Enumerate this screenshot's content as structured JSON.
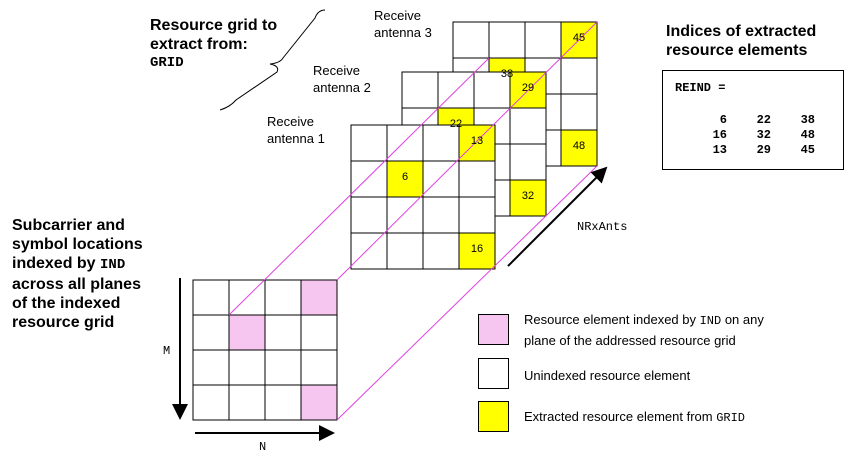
{
  "texts": {
    "resource_grid_title_l1": "Resource grid to",
    "resource_grid_title_l2": "extract from:",
    "resource_grid_title_l3": "GRID",
    "antenna1_l1": "Receive",
    "antenna1_l2": "antenna 1",
    "antenna2_l1": "Receive",
    "antenna2_l2": "antenna 2",
    "antenna3_l1": "Receive",
    "antenna3_l2": "antenna 3",
    "indices_title_l1": "Indices of extracted",
    "indices_title_l2": "resource elements",
    "subcarrier_l1": "Subcarrier and",
    "subcarrier_l2": "symbol locations",
    "subcarrier_l3_pre": "indexed by ",
    "subcarrier_l3_code": "IND",
    "subcarrier_l4": "across all planes",
    "subcarrier_l5": "of the indexed",
    "subcarrier_l6": "resource grid",
    "axis_m": "M",
    "axis_n": "N",
    "axis_nrxants": "NRxAnts"
  },
  "reind": {
    "header": "REIND =",
    "rows": [
      [
        "6",
        "22",
        "38"
      ],
      [
        "16",
        "32",
        "48"
      ],
      [
        "13",
        "29",
        "45"
      ]
    ]
  },
  "legend": [
    {
      "text_pre": "Resource element indexed by ",
      "code": "IND",
      "text_post": " on any",
      "line2": "plane of the addressed resource grid",
      "color": "#f7c6f0"
    },
    {
      "text_pre": "Unindexed resource element",
      "code": "",
      "text_post": "",
      "line2": "",
      "color": "#ffffff"
    },
    {
      "text_pre": "Extracted resource element from ",
      "code": "GRID",
      "text_post": "",
      "line2": "",
      "color": "#ffff00"
    }
  ],
  "colors": {
    "indexed": "#f7c6f0",
    "extracted": "#ffff00",
    "guide_line": "#e040e0"
  },
  "grids": {
    "antenna1_values": [
      "13",
      "6",
      "16"
    ],
    "antenna2_values": [
      "29",
      "22",
      "32"
    ],
    "antenna3_values": [
      "45",
      "38",
      "48"
    ]
  }
}
